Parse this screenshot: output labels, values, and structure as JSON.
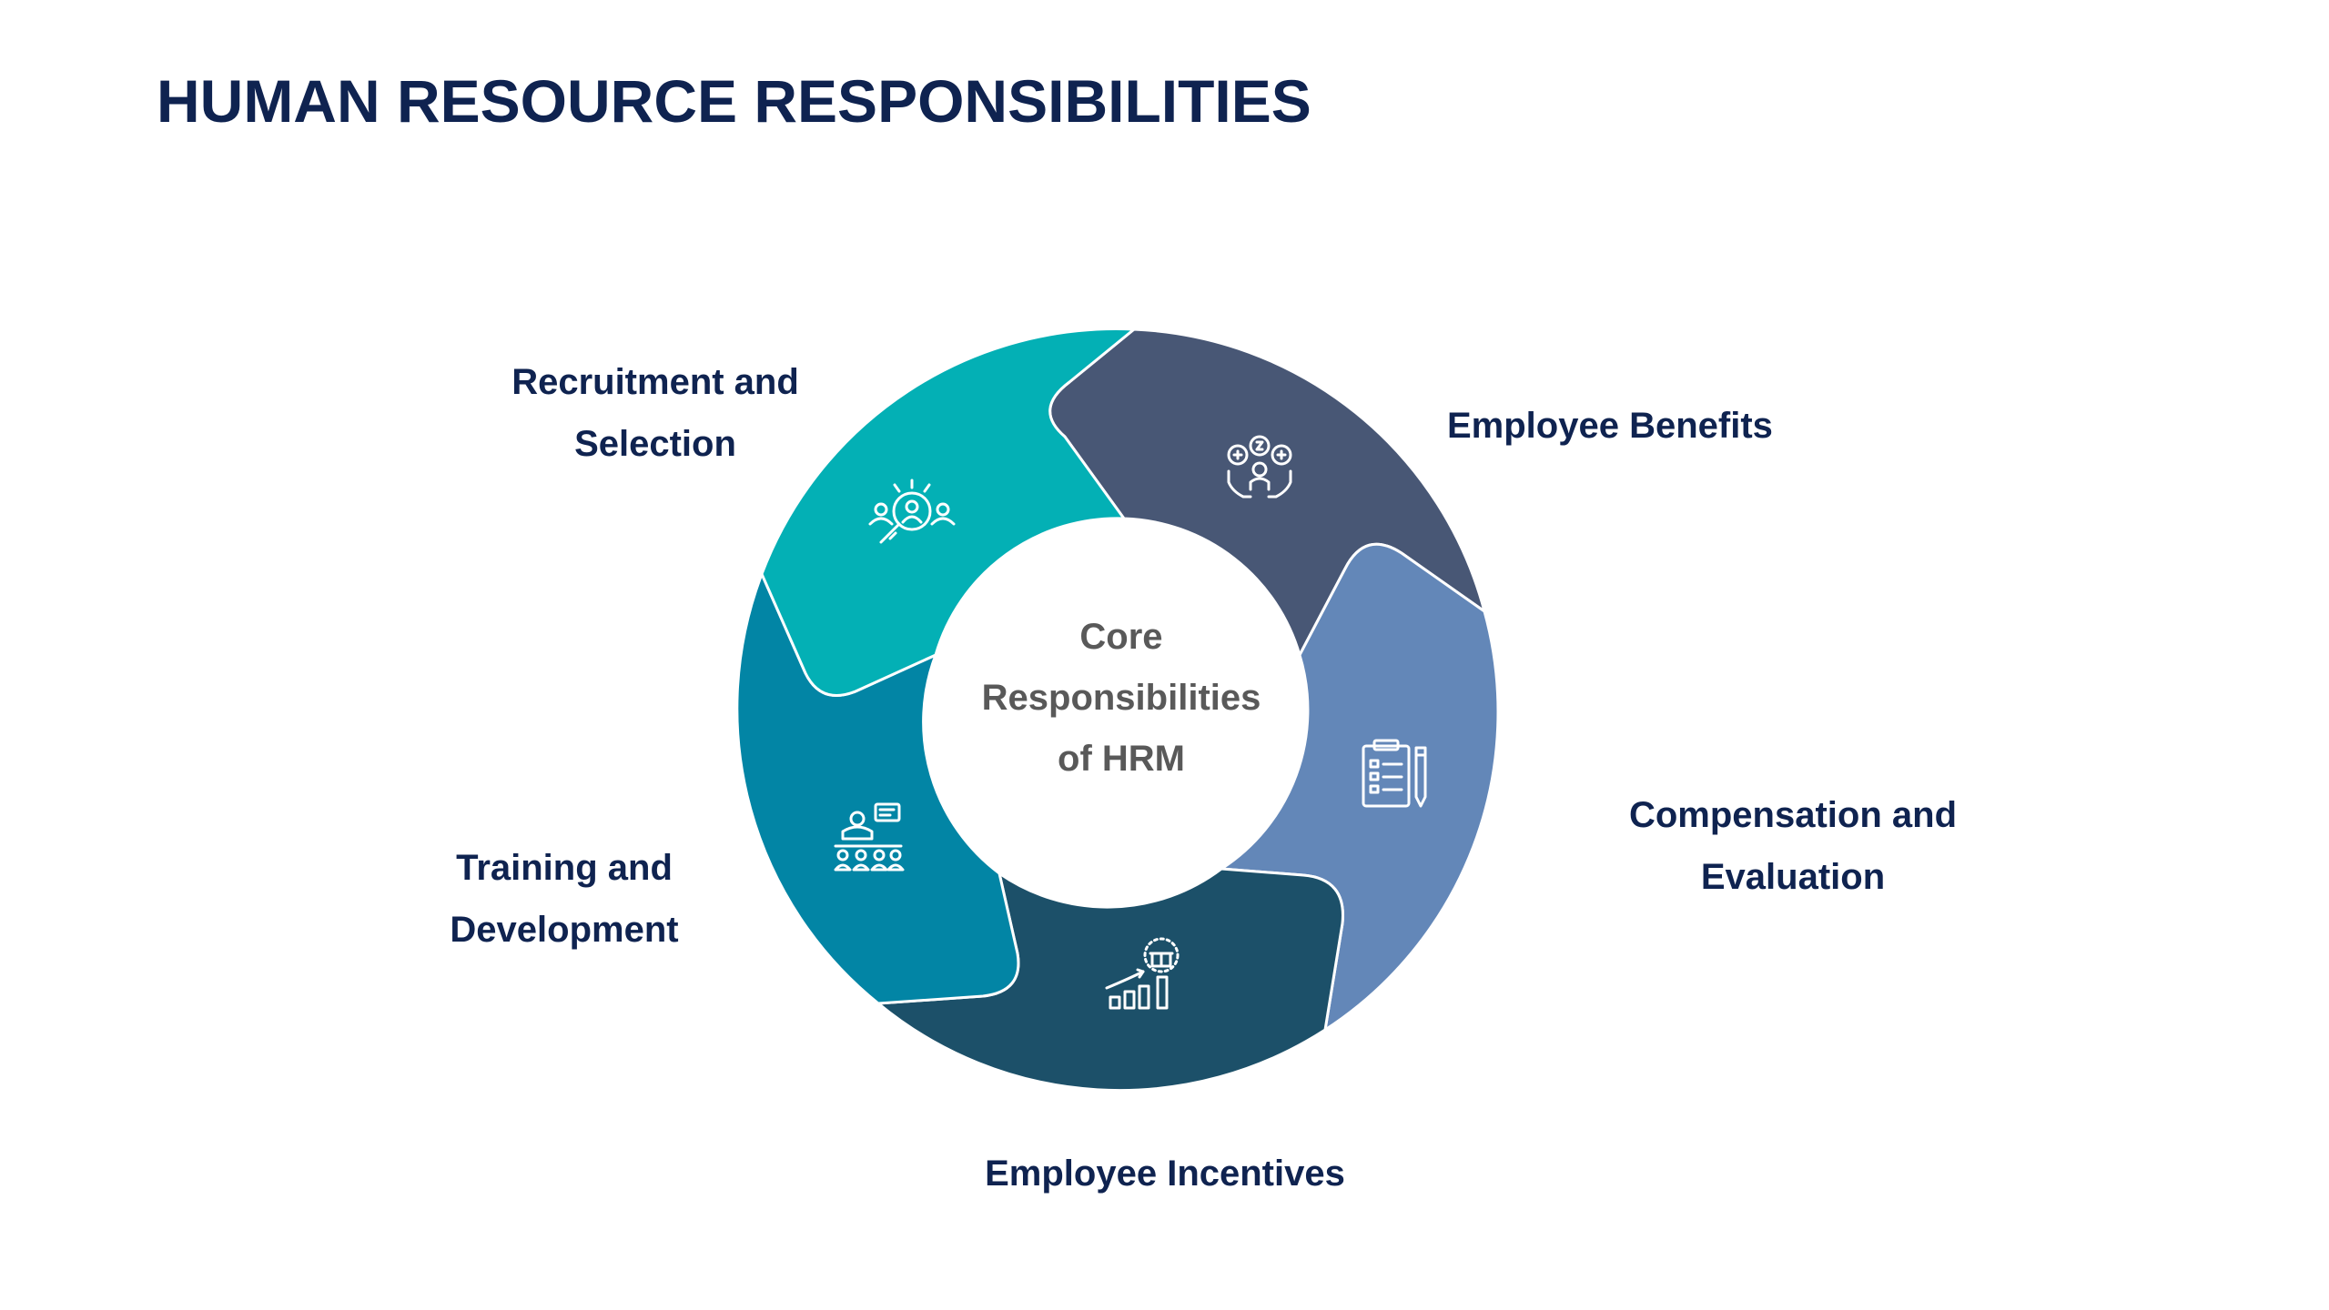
{
  "title": "HUMAN RESOURCE RESPONSIBILITIES",
  "center": {
    "lines": [
      "Core",
      "Responsibilities",
      "of HRM"
    ]
  },
  "segments": [
    {
      "id": "recruitment",
      "lines": [
        "Recruitment and",
        "Selection"
      ],
      "color": "#03b0b5",
      "icon": "recruitment-search-icon"
    },
    {
      "id": "benefits",
      "lines": [
        "Employee Benefits"
      ],
      "color": "#485775",
      "icon": "employee-benefits-icon"
    },
    {
      "id": "compensation",
      "lines": [
        "Compensation and",
        "Evaluation"
      ],
      "color": "#6387b8",
      "icon": "clipboard-checklist-icon"
    },
    {
      "id": "incentives",
      "lines": [
        "Employee Incentives"
      ],
      "color": "#1c5069",
      "icon": "gift-growth-chart-icon"
    },
    {
      "id": "training",
      "lines": [
        "Training and",
        "Development"
      ],
      "color": "#0285a5",
      "icon": "trainer-audience-icon"
    }
  ],
  "colors": {
    "title": "#0f2350",
    "label": "#0f2350",
    "center_text": "#595959",
    "icon_stroke": "#ffffff"
  }
}
